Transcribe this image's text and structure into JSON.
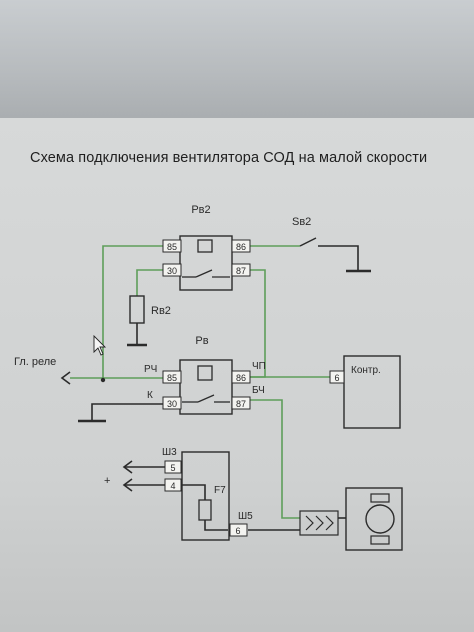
{
  "title": "Схема подключения вентилятора СОД на малой скорости",
  "relay_top": {
    "name": "Рв2",
    "pins": [
      "85",
      "86",
      "30",
      "87"
    ]
  },
  "resistor": {
    "name": "Rв2"
  },
  "switch": {
    "name": "Sв2"
  },
  "relay_main": {
    "name": "Рв",
    "pins": [
      "85",
      "86",
      "30",
      "87"
    ]
  },
  "labels": {
    "main_relay": "Гл. реле",
    "rch": "РЧ",
    "k": "К",
    "chp": "ЧП",
    "bch": "БЧ",
    "sh3": "Ш3",
    "sh5": "Ш5",
    "fuse": "F7",
    "plus": "+"
  },
  "controller": {
    "name": "Контр.",
    "pin": "6"
  },
  "connector_sh3": {
    "pins": [
      "5",
      "4"
    ]
  },
  "connector_sh5": {
    "pin": "6"
  },
  "colors": {
    "green_wire": "#5e9e5a",
    "black_wire": "#2b2b2b"
  }
}
